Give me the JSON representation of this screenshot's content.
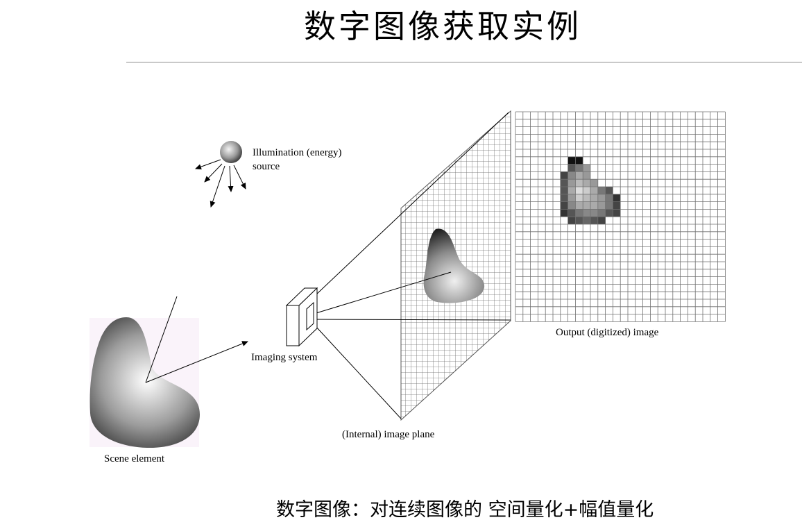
{
  "slide": {
    "title": "数字图像获取实例",
    "caption": "数字图像：对连续图像的 空间量化+幅值量化"
  },
  "diagram": {
    "labels": {
      "illumination_line1": "Illumination (energy)",
      "illumination_line2": "source",
      "imaging_system": "Imaging system",
      "internal_plane": "(Internal) image plane",
      "output_image": "Output (digitized) image",
      "scene_element": "Scene element"
    },
    "output_pixels": [
      {
        "col": 7,
        "row": 6,
        "gray": "#111111"
      },
      {
        "col": 8,
        "row": 6,
        "gray": "#111111"
      },
      {
        "col": 7,
        "row": 7,
        "gray": "#555555"
      },
      {
        "col": 8,
        "row": 7,
        "gray": "#777777"
      },
      {
        "col": 9,
        "row": 7,
        "gray": "#999999"
      },
      {
        "col": 6,
        "row": 8,
        "gray": "#444444"
      },
      {
        "col": 7,
        "row": 8,
        "gray": "#888888"
      },
      {
        "col": 8,
        "row": 8,
        "gray": "#aaaaaa"
      },
      {
        "col": 9,
        "row": 8,
        "gray": "#999999"
      },
      {
        "col": 6,
        "row": 9,
        "gray": "#555555"
      },
      {
        "col": 7,
        "row": 9,
        "gray": "#999999"
      },
      {
        "col": 8,
        "row": 9,
        "gray": "#bbbbbb"
      },
      {
        "col": 9,
        "row": 9,
        "gray": "#aaaaaa"
      },
      {
        "col": 10,
        "row": 9,
        "gray": "#999999"
      },
      {
        "col": 6,
        "row": 10,
        "gray": "#555555"
      },
      {
        "col": 7,
        "row": 10,
        "gray": "#aaaaaa"
      },
      {
        "col": 8,
        "row": 10,
        "gray": "#dddddd"
      },
      {
        "col": 9,
        "row": 10,
        "gray": "#cccccc"
      },
      {
        "col": 10,
        "row": 10,
        "gray": "#aaaaaa"
      },
      {
        "col": 11,
        "row": 10,
        "gray": "#777777"
      },
      {
        "col": 12,
        "row": 10,
        "gray": "#555555"
      },
      {
        "col": 6,
        "row": 11,
        "gray": "#555555"
      },
      {
        "col": 7,
        "row": 11,
        "gray": "#999999"
      },
      {
        "col": 8,
        "row": 11,
        "gray": "#cccccc"
      },
      {
        "col": 9,
        "row": 11,
        "gray": "#bbbbbb"
      },
      {
        "col": 10,
        "row": 11,
        "gray": "#aaaaaa"
      },
      {
        "col": 11,
        "row": 11,
        "gray": "#999999"
      },
      {
        "col": 12,
        "row": 11,
        "gray": "#777777"
      },
      {
        "col": 13,
        "row": 11,
        "gray": "#333333"
      },
      {
        "col": 6,
        "row": 12,
        "gray": "#444444"
      },
      {
        "col": 7,
        "row": 12,
        "gray": "#888888"
      },
      {
        "col": 8,
        "row": 12,
        "gray": "#aaaaaa"
      },
      {
        "col": 9,
        "row": 12,
        "gray": "#aaaaaa"
      },
      {
        "col": 10,
        "row": 12,
        "gray": "#aaaaaa"
      },
      {
        "col": 11,
        "row": 12,
        "gray": "#999999"
      },
      {
        "col": 12,
        "row": 12,
        "gray": "#777777"
      },
      {
        "col": 13,
        "row": 12,
        "gray": "#444444"
      },
      {
        "col": 6,
        "row": 13,
        "gray": "#333333"
      },
      {
        "col": 7,
        "row": 13,
        "gray": "#555555"
      },
      {
        "col": 8,
        "row": 13,
        "gray": "#777777"
      },
      {
        "col": 9,
        "row": 13,
        "gray": "#888888"
      },
      {
        "col": 10,
        "row": 13,
        "gray": "#888888"
      },
      {
        "col": 11,
        "row": 13,
        "gray": "#777777"
      },
      {
        "col": 12,
        "row": 13,
        "gray": "#555555"
      },
      {
        "col": 13,
        "row": 13,
        "gray": "#444444"
      },
      {
        "col": 7,
        "row": 14,
        "gray": "#444444"
      },
      {
        "col": 8,
        "row": 14,
        "gray": "#555555"
      },
      {
        "col": 9,
        "row": 14,
        "gray": "#666666"
      },
      {
        "col": 10,
        "row": 14,
        "gray": "#555555"
      },
      {
        "col": 11,
        "row": 14,
        "gray": "#444444"
      }
    ]
  }
}
